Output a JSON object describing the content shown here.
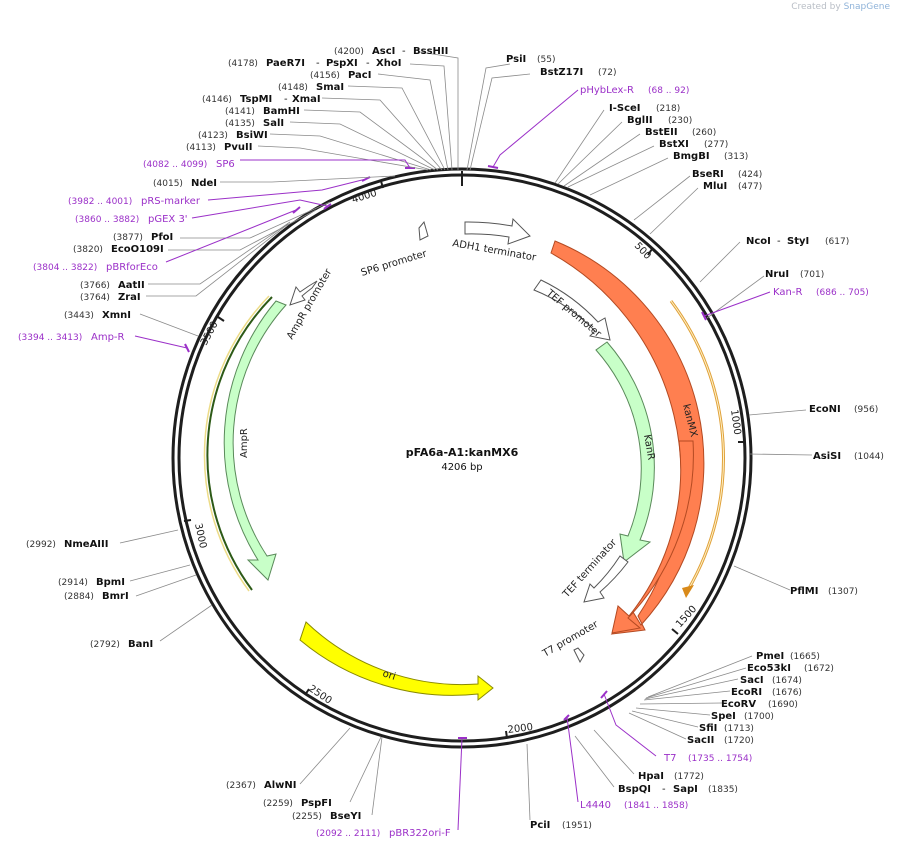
{
  "credit": {
    "prefix": "Created by",
    "brand": "SnapGene"
  },
  "plasmid": {
    "name": "pFA6a-A1:kanMX6",
    "size_label": "4206 bp",
    "length": 4206
  },
  "ticks": [
    "500",
    "1000",
    "1500",
    "2000",
    "2500",
    "3000",
    "3500",
    "4000"
  ],
  "colors": {
    "kanMX": "#ff7f50",
    "kanR": "#c8ffc8",
    "ampR": "#c8ffc8",
    "ori": "#ffff00",
    "promoter": "#ffffff",
    "primer": "#9b30c8",
    "enzyme_line": "#8a8a8a",
    "orf": "#ffb84a",
    "ampR_orf": "#2d5a17"
  },
  "enzymes": [
    {
      "id": "asci",
      "name": "AscI",
      "pos": "(4200)",
      "name2": "BssHII"
    },
    {
      "id": "paer7i",
      "name": "PaeR7I",
      "pos": "(4178)",
      "name2": "PspXI",
      "name3": "XhoI"
    },
    {
      "id": "paci",
      "name": "PacI",
      "pos": "(4156)"
    },
    {
      "id": "smai",
      "name": "SmaI",
      "pos": "(4148)"
    },
    {
      "id": "tspmi",
      "name": "TspMI",
      "pos": "(4146)",
      "name2": "XmaI"
    },
    {
      "id": "bamhi",
      "name": "BamHI",
      "pos": "(4141)"
    },
    {
      "id": "sali",
      "name": "SalI",
      "pos": "(4135)"
    },
    {
      "id": "bsiwi",
      "name": "BsiWI",
      "pos": "(4123)"
    },
    {
      "id": "pvuii",
      "name": "PvuII",
      "pos": "(4113)"
    },
    {
      "id": "ndei",
      "name": "NdeI",
      "pos": "(4015)"
    },
    {
      "id": "pfoi",
      "name": "PfoI",
      "pos": "(3877)"
    },
    {
      "id": "eco0109i",
      "name": "EcoO109I",
      "pos": "(3820)"
    },
    {
      "id": "aatii",
      "name": "AatII",
      "pos": "(3766)"
    },
    {
      "id": "zrai",
      "name": "ZraI",
      "pos": "(3764)"
    },
    {
      "id": "xmni",
      "name": "XmnI",
      "pos": "(3443)"
    },
    {
      "id": "nmeaiii",
      "name": "NmeAIII",
      "pos": "(2992)"
    },
    {
      "id": "bpmi",
      "name": "BpmI",
      "pos": "(2914)"
    },
    {
      "id": "bmri",
      "name": "BmrI",
      "pos": "(2884)"
    },
    {
      "id": "bani",
      "name": "BanI",
      "pos": "(2792)"
    },
    {
      "id": "alwni",
      "name": "AlwNI",
      "pos": "(2367)"
    },
    {
      "id": "pspfi",
      "name": "PspFI",
      "pos": "(2259)"
    },
    {
      "id": "bseyi",
      "name": "BseYI",
      "pos": "(2255)"
    },
    {
      "id": "pcii",
      "name": "PciI",
      "pos": "(1951)"
    },
    {
      "id": "psii",
      "name": "PsiI",
      "pos": "(55)"
    },
    {
      "id": "bstz17i",
      "name": "BstZ17I",
      "pos": "(72)"
    },
    {
      "id": "iscei",
      "name": "I-SceI",
      "pos": "(218)"
    },
    {
      "id": "bglii",
      "name": "BglII",
      "pos": "(230)"
    },
    {
      "id": "bsteii",
      "name": "BstEII",
      "pos": "(260)"
    },
    {
      "id": "bstxi",
      "name": "BstXI",
      "pos": "(277)"
    },
    {
      "id": "bmgbi",
      "name": "BmgBI",
      "pos": "(313)"
    },
    {
      "id": "bseri",
      "name": "BseRI",
      "pos": "(424)"
    },
    {
      "id": "mlui",
      "name": "MluI",
      "pos": "(477)"
    },
    {
      "id": "ncoi",
      "name": "NcoI",
      "pos": "(617)",
      "name2": "StyI"
    },
    {
      "id": "nrui",
      "name": "NruI",
      "pos": "(701)"
    },
    {
      "id": "econi",
      "name": "EcoNI",
      "pos": "(956)"
    },
    {
      "id": "asisi",
      "name": "AsiSI",
      "pos": "(1044)"
    },
    {
      "id": "pflmi",
      "name": "PflMI",
      "pos": "(1307)"
    },
    {
      "id": "pmei",
      "name": "PmeI",
      "pos": "(1665)"
    },
    {
      "id": "eco53ki",
      "name": "Eco53kI",
      "pos": "(1672)"
    },
    {
      "id": "saci",
      "name": "SacI",
      "pos": "(1674)"
    },
    {
      "id": "ecori",
      "name": "EcoRI",
      "pos": "(1676)"
    },
    {
      "id": "ecorv",
      "name": "EcoRV",
      "pos": "(1690)"
    },
    {
      "id": "spei",
      "name": "SpeI",
      "pos": "(1700)"
    },
    {
      "id": "sfii",
      "name": "SfiI",
      "pos": "(1713)"
    },
    {
      "id": "sacii",
      "name": "SacII",
      "pos": "(1720)"
    },
    {
      "id": "hpai",
      "name": "HpaI",
      "pos": "(1772)"
    },
    {
      "id": "bspqi",
      "name": "BspQI",
      "pos": "(1835)",
      "name2": "SapI"
    }
  ],
  "primers": [
    {
      "id": "sp6",
      "name": "SP6",
      "pos": "(4082 .. 4099)"
    },
    {
      "id": "prs",
      "name": "pRS-marker",
      "pos": "(3982 .. 4001)"
    },
    {
      "id": "pgex",
      "name": "pGEX 3'",
      "pos": "(3860 .. 3882)"
    },
    {
      "id": "pbrforeco",
      "name": "pBRforEco",
      "pos": "(3804 .. 3822)"
    },
    {
      "id": "ampr",
      "name": "Amp-R",
      "pos": "(3394 .. 3413)"
    },
    {
      "id": "phyblex",
      "name": "pHybLex-R",
      "pos": "(68 .. 92)"
    },
    {
      "id": "kanr",
      "name": "Kan-R",
      "pos": "(686 .. 705)"
    },
    {
      "id": "t7",
      "name": "T7",
      "pos": "(1735 .. 1754)"
    },
    {
      "id": "l4440",
      "name": "L4440",
      "pos": "(1841 .. 1858)"
    },
    {
      "id": "pbr322",
      "name": "pBR322ori-F",
      "pos": "(2092 .. 2111)"
    }
  ],
  "features": {
    "kanmx": "kanMX",
    "kanr": "KanR",
    "ampr": "AmpR",
    "ori": "ori",
    "adh1": "ADH1 terminator",
    "tef_promoter": "TEF promoter",
    "tef_terminator": "TEF terminator",
    "t7_promoter": "T7 promoter",
    "sp6_promoter": "SP6 promoter",
    "ampr_promoter": "AmpR promoter"
  }
}
